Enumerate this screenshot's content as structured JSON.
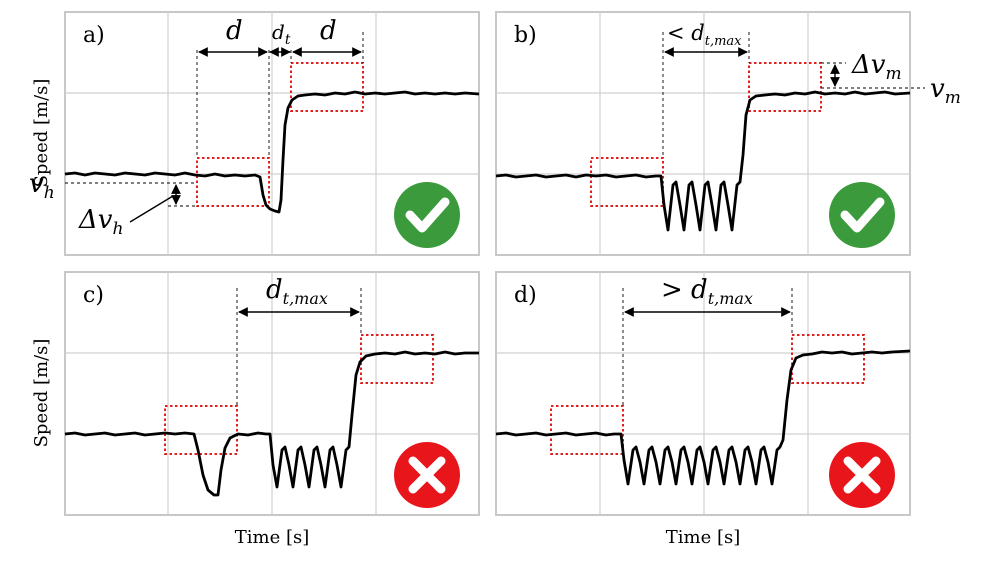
{
  "figure": {
    "axis_labels": {
      "ylabel": "Speed [m/s]",
      "xlabel": "Time [s]"
    },
    "panels": [
      {
        "id": "a",
        "label": "a)",
        "status": "accepted",
        "annotations": [
          {
            "text": "d"
          },
          {
            "text": "d",
            "sub": "t"
          },
          {
            "text": "d"
          },
          {
            "text": "v",
            "sub": "h"
          },
          {
            "text": "Δv",
            "sub": "h"
          }
        ]
      },
      {
        "id": "b",
        "label": "b)",
        "status": "accepted",
        "annotations": [
          {
            "text": "< d",
            "sub": "t,max"
          },
          {
            "text": "Δv",
            "sub": "m"
          },
          {
            "text": "v",
            "sub": "m"
          }
        ]
      },
      {
        "id": "c",
        "label": "c)",
        "status": "rejected",
        "annotations": [
          {
            "text": "d",
            "sub": "t,max"
          }
        ]
      },
      {
        "id": "d",
        "label": "d)",
        "status": "rejected",
        "annotations": [
          {
            "text": "> d",
            "sub": "t,max"
          }
        ]
      }
    ],
    "colors": {
      "grid": "#c8c8c8",
      "frame": "#c8c8c8",
      "trace": "#000000",
      "window": "#e0201e",
      "accept": "#3a9a3c",
      "reject": "#e8151b"
    }
  }
}
